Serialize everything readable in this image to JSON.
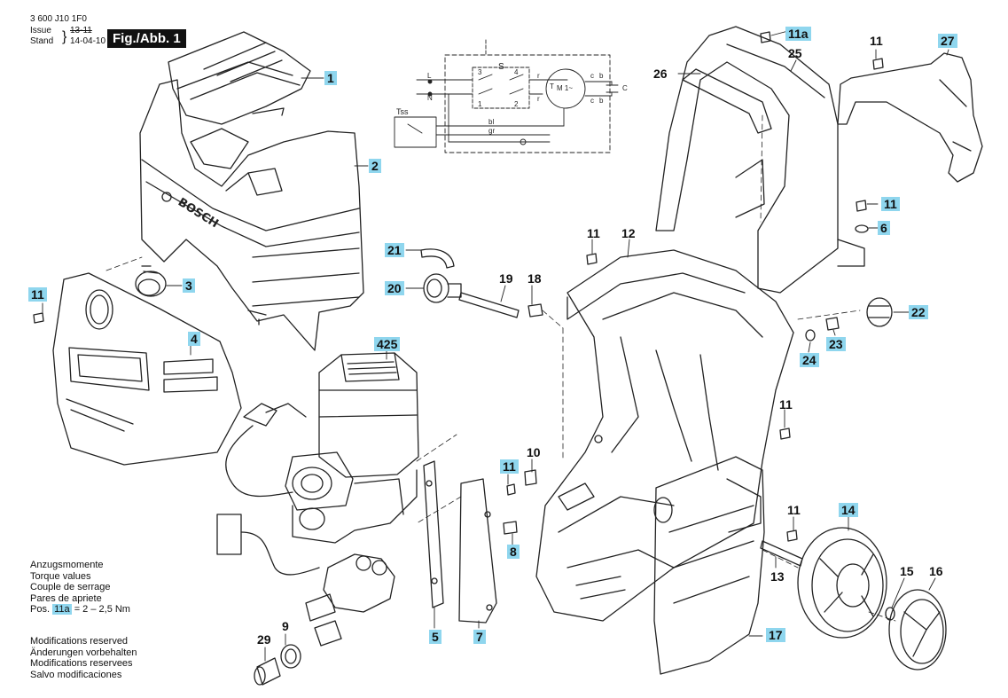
{
  "header": {
    "part_number": "3 600 J10 1F0",
    "issue_label": "Issue",
    "stand_label": "Stand",
    "issue_old": "13-11",
    "issue_date": "14-04-10",
    "fig_label": "Fig./Abb. 1"
  },
  "brand_text": "BOSCH",
  "schematic": {
    "switch_label": "S",
    "tss_label": "Tss",
    "motor_label": "M 1~",
    "capacitor_label": "C",
    "terminals": [
      "3",
      "4",
      "1",
      "2",
      "L",
      "N",
      "r",
      "r",
      "b",
      "b",
      "c",
      "c",
      "bl",
      "gr",
      "T"
    ]
  },
  "labels": {
    "p1": "1",
    "p2": "2",
    "p3": "3",
    "p4": "4",
    "p5": "5",
    "p6": "6",
    "p7": "7",
    "p8": "8",
    "p9": "9",
    "p10": "10",
    "p11_a": "11",
    "p11_b": "11",
    "p11_c": "11",
    "p11_d": "11",
    "p11_e": "11",
    "p11_f": "11",
    "p11_g": "11",
    "p11a": "11a",
    "p12": "12",
    "p13": "13",
    "p14": "14",
    "p15": "15",
    "p16": "16",
    "p17": "17",
    "p18": "18",
    "p19": "19",
    "p20": "20",
    "p21": "21",
    "p22": "22",
    "p23": "23",
    "p24": "24",
    "p25": "25",
    "p26": "26",
    "p27": "27",
    "p29": "29",
    "p425": "425"
  },
  "notes": {
    "torque": [
      "Anzugsmomente",
      "Torque values",
      "Couple de serrage",
      "Pares de apriete"
    ],
    "pos_prefix": "Pos.",
    "pos_ref": "11a",
    "pos_value": "= 2 – 2,5 Nm",
    "modifications": [
      "Modifications reserved",
      "Änderungen vorbehalten",
      "Modifications reservees",
      "Salvo modificaciones"
    ]
  }
}
